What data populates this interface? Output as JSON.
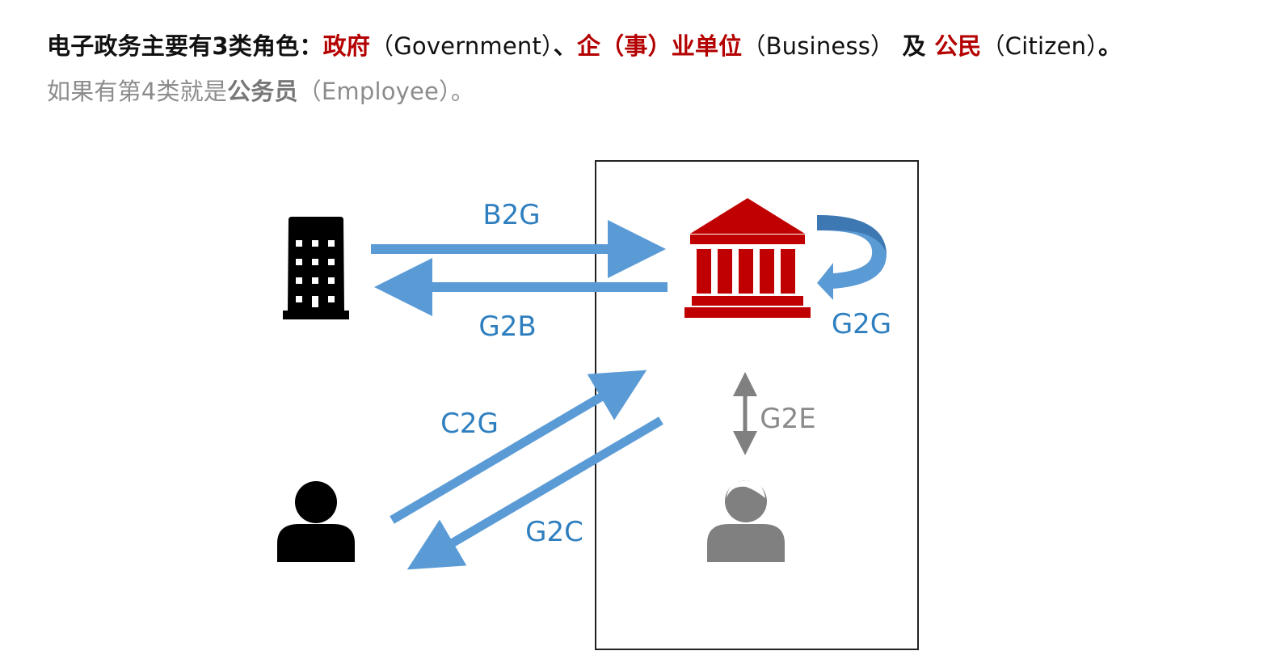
{
  "intro": {
    "line1": {
      "prefix": "电子政务主要有3类角色：",
      "role_government": "政府",
      "paren_government": "（Government）",
      "separator": "、",
      "role_business": "企（事）业单位",
      "paren_business": "（Business）",
      "conjunction": " 及 ",
      "role_citizen": "公民",
      "paren_citizen": "（Citizen）",
      "end": "。"
    },
    "line2": {
      "prefix": "如果有第4类就是",
      "role_employee": "公务员",
      "paren_employee": "（Employee）",
      "end": "。"
    }
  },
  "diagram": {
    "labels": {
      "b2g": "B2G",
      "g2b": "G2B",
      "g2g": "G2G",
      "c2g": "C2G",
      "g2c": "G2C",
      "g2e": "G2E"
    },
    "icons": {
      "business": "office-building-icon",
      "government": "government-building-icon",
      "citizen": "person-icon",
      "employee": "employee-person-icon"
    },
    "colors": {
      "arrow_blue": "#5b9bd5",
      "arrow_blue_dark": "#3e78b2",
      "label_blue": "#2f7fbf",
      "government_red": "#c00000",
      "employee_gray": "#808080",
      "icon_black": "#000000",
      "box_border": "#222222"
    }
  }
}
